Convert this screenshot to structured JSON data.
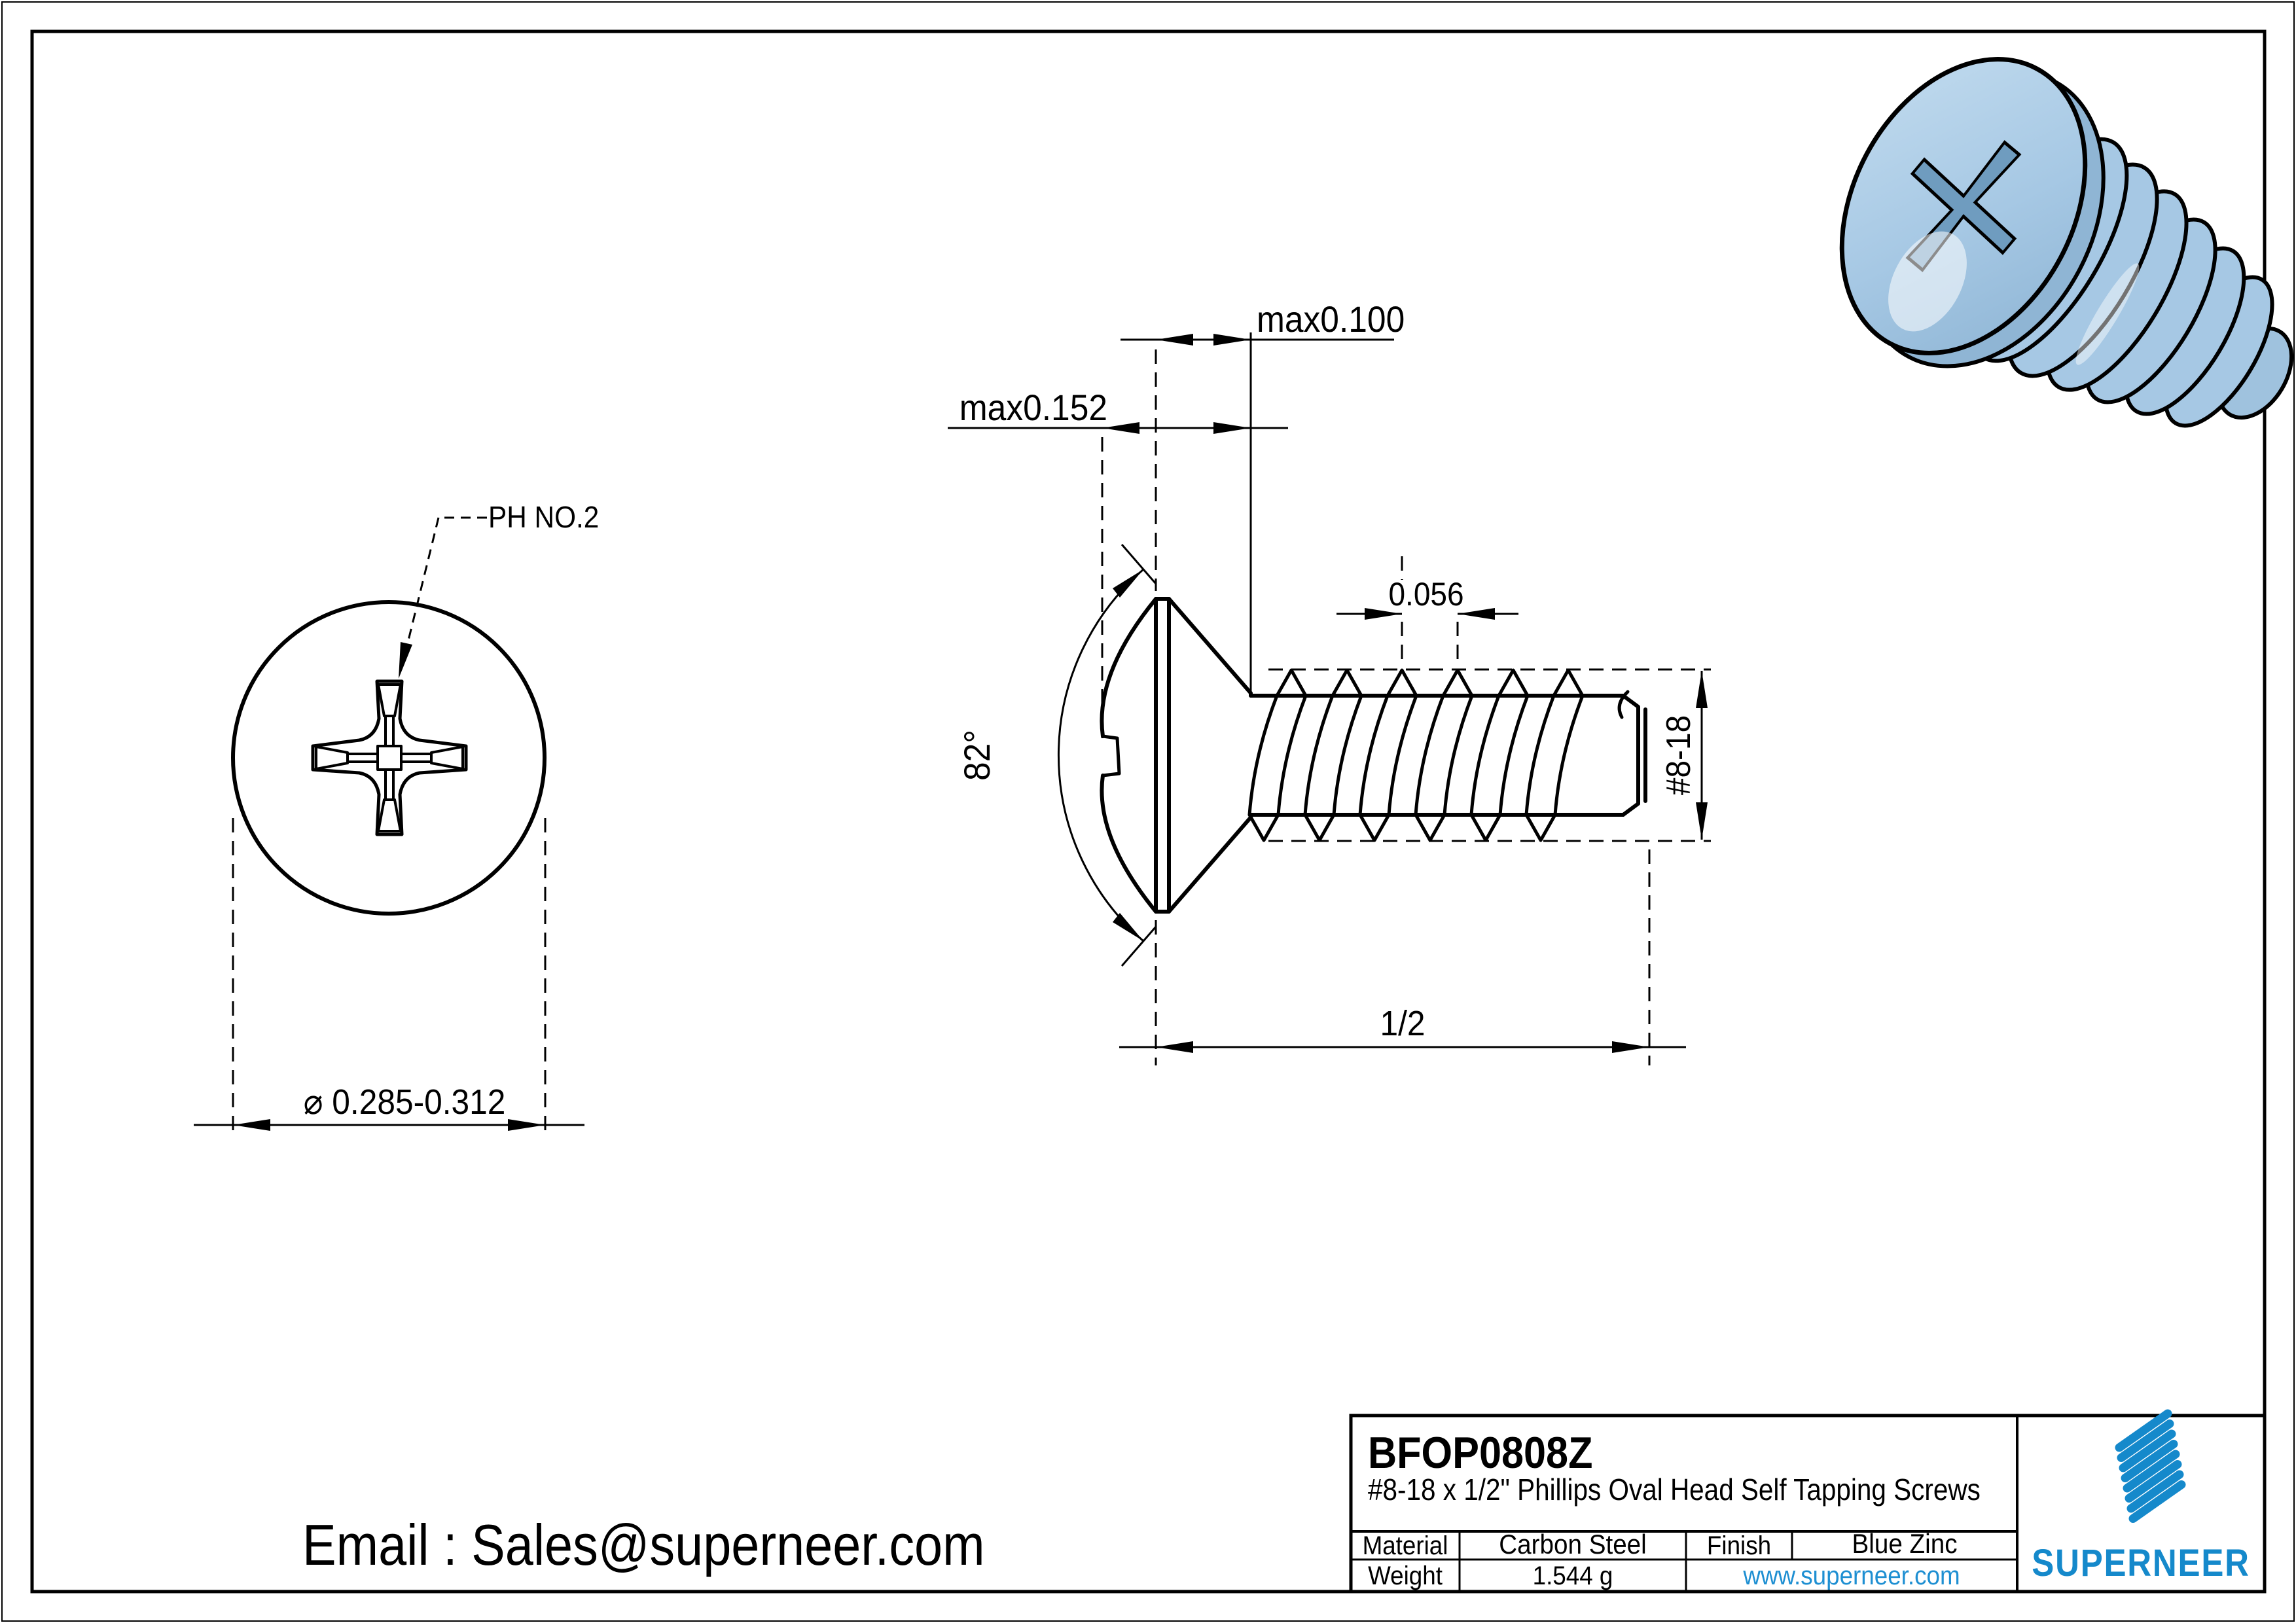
{
  "page": {
    "email": "Email : Sales@superneer.com"
  },
  "title_block": {
    "part_number": "BFOP0808Z",
    "description": "#8-18 x 1/2\" Phillips Oval Head Self Tapping Screws",
    "material_label": "Material",
    "material_value": "Carbon Steel",
    "finish_label": "Finish",
    "finish_value": "Blue Zinc",
    "weight_label": "Weight",
    "weight_value": "1.544 g",
    "website": "www.superneer.com",
    "brand": "SUPERNEER"
  },
  "dimensions": {
    "recess_label": "PH NO.2",
    "head_diameter": "⌀ 0.285-0.312",
    "dome_height": "max0.100",
    "head_height": "max0.152",
    "thread_pitch": "0.056",
    "countersink_angle": "82°",
    "thread_size": "#8-18",
    "screw_length": "1/2"
  },
  "colors": {
    "accent_blue": "#1589cb",
    "render_blue": "#a6c8e4",
    "render_blue_dark": "#7fa9c9",
    "line": "#000000"
  }
}
